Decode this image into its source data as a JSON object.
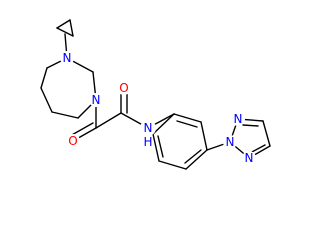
{
  "colors": {
    "background": "#ffffff",
    "bond": "#000000",
    "nitrogen": "#0000ff",
    "oxygen": "#ff0000"
  },
  "labels": {
    "n_cyclopropyl": "N",
    "n_amide_ring": "N",
    "o_ketone": "O",
    "o_amide": "O",
    "nh": "N",
    "nh_h": "H",
    "n_triazole_1": "N",
    "n_triazole_2": "N",
    "n_triazole_3": "N"
  }
}
